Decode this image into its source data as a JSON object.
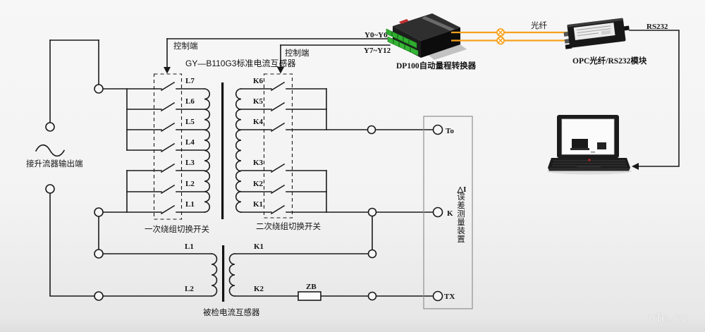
{
  "page": {
    "watermark": "vfe.cc",
    "background": "#f3f3f3",
    "wire_color": "#1a1a1a",
    "fiber_color": "#f7a11d"
  },
  "control": {
    "label1": "控制端",
    "label2": "控制端"
  },
  "source": {
    "label": "接升流器输出端"
  },
  "standard_ct": {
    "title": "GY—B110G3标准电流互感器",
    "primary_taps": [
      "L7",
      "L6",
      "L5",
      "L4",
      "L3",
      "L2",
      "L1"
    ],
    "secondary_taps": [
      "K6",
      "K5",
      "K4",
      "K3",
      "K2",
      "K1"
    ],
    "primary_switch_label": "一次绕组切换开关",
    "secondary_switch_label": "二次绕组切换开关"
  },
  "test_ct": {
    "label": "被检电流互感器",
    "primary_top": "L1",
    "primary_bottom": "L2",
    "secondary_top": "K1",
    "secondary_bottom": "K2",
    "burden_label": "ZB"
  },
  "dp100": {
    "label": "DP100自动量程转换器",
    "port_top": "Y0~Y6",
    "port_bottom": "Y7~Y12"
  },
  "fiber": {
    "label": "光纤"
  },
  "opc": {
    "label": "OPC光纤/RS232模块",
    "rs232_label": "RS232"
  },
  "error_device": {
    "symbol": "△I",
    "name_chars": [
      "误",
      "差",
      "测",
      "量",
      "装",
      "置"
    ],
    "terminal_to": "To",
    "terminal_k": "K",
    "terminal_tx": "TX"
  }
}
